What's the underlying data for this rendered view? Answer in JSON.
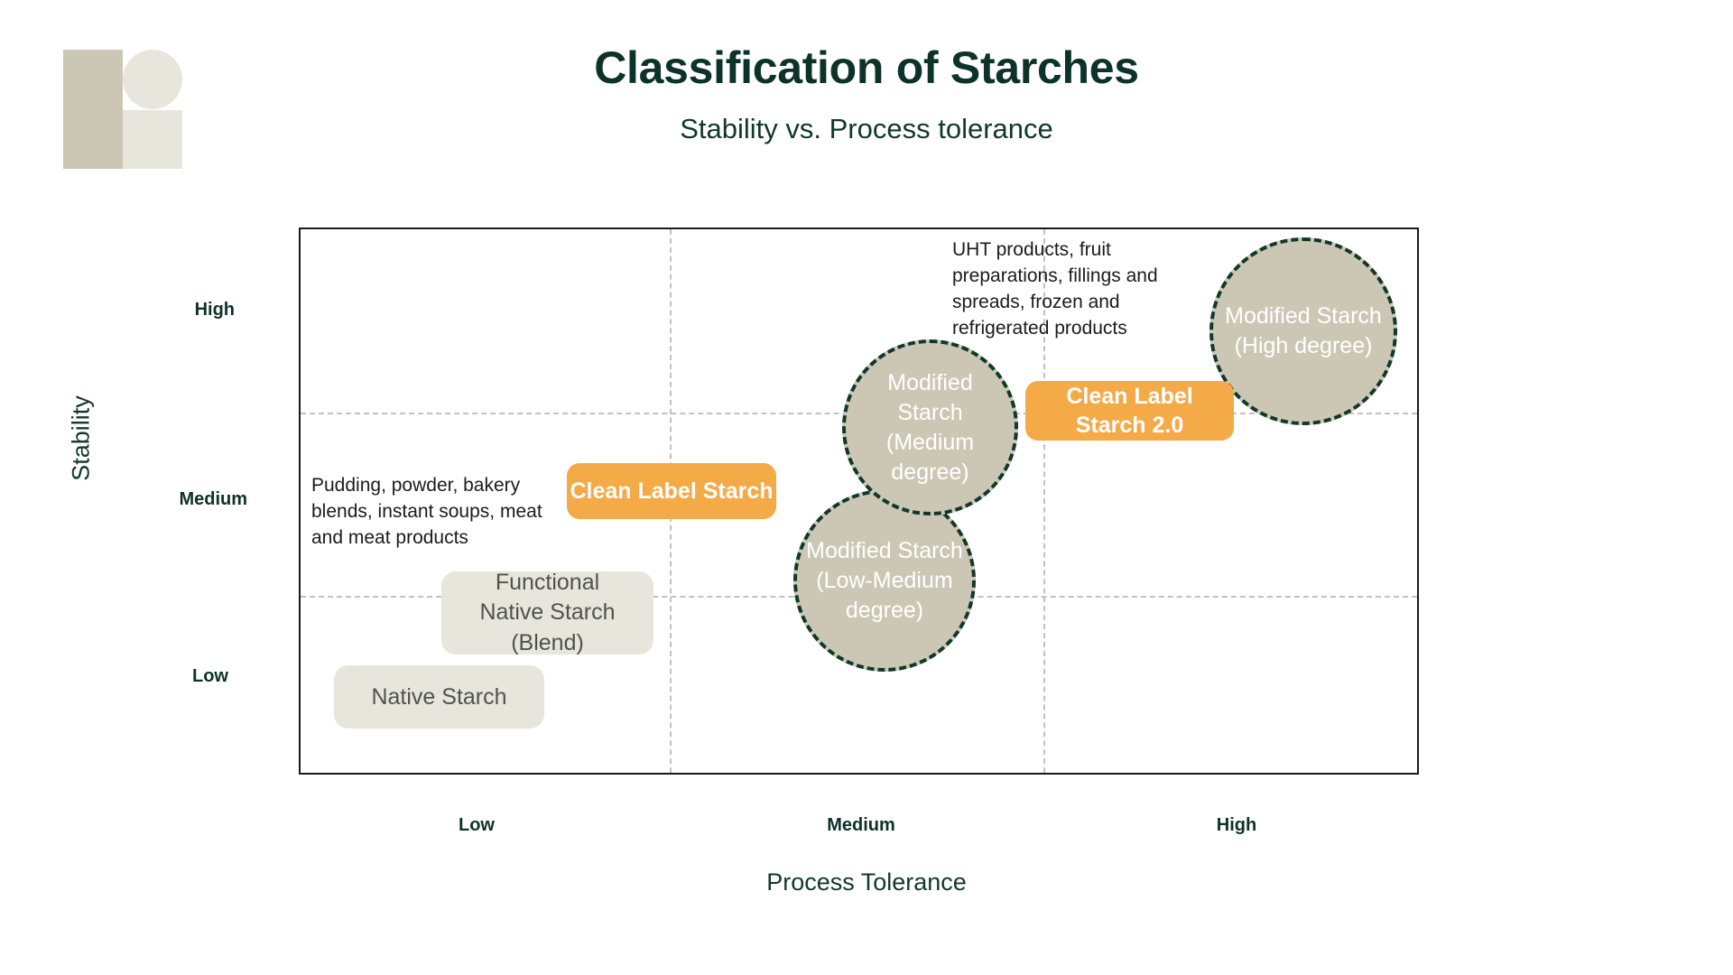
{
  "header": {
    "title": "Classification of Starches",
    "subtitle": "Stability vs. Process tolerance",
    "logo_name": "brand-logo"
  },
  "colors": {
    "brand_dark_green": "#0d3227",
    "accent_orange": "#f5aa48",
    "bubble_beige": "#ccc7b4",
    "pill_beige": "#e8e5dc",
    "gridline_gray": "#bfc3c2",
    "axis_black": "#1a1a1a"
  },
  "chart_data": {
    "type": "scatter",
    "title": "Classification of Starches",
    "subtitle": "Stability vs. Process tolerance",
    "xlabel": "Process Tolerance",
    "ylabel": "Stability",
    "x_ticks": [
      "Low",
      "Medium",
      "High"
    ],
    "y_ticks": [
      "High",
      "Medium",
      "Low"
    ],
    "grid": true,
    "bubbles": [
      {
        "label": "Modified Starch (High degree)",
        "lines": [
          "Modified Starch",
          "(High degree)"
        ],
        "x": "High",
        "y": "High",
        "fill": "#ccc7b4",
        "border": "dashed dark green",
        "text_color": "#ffffff"
      },
      {
        "label": "Modified Starch (Medium degree)",
        "lines": [
          "Modified",
          "Starch",
          "(Medium",
          "degree)"
        ],
        "x": "Medium",
        "y": "Medium-High",
        "fill": "#ccc7b4",
        "border": "dashed dark green",
        "text_color": "#ffffff"
      },
      {
        "label": "Modified Starch (Low-Medium degree)",
        "lines": [
          "Modified Starch",
          "(Low-Medium",
          "degree)"
        ],
        "x": "Medium",
        "y": "Low-Medium",
        "fill": "#ccc7b4",
        "border": "dashed dark green",
        "text_color": "#ffffff"
      }
    ],
    "pills": [
      {
        "label": "Clean Label Starch",
        "lines": [
          "Clean Label Starch"
        ],
        "x": "Low-Medium",
        "y": "Medium",
        "style": "orange"
      },
      {
        "label": "Clean Label Starch 2.0",
        "lines": [
          "Clean Label",
          "Starch 2.0"
        ],
        "x": "Medium-High",
        "y": "Medium-High",
        "style": "orange"
      },
      {
        "label": "Functional Native Starch (Blend)",
        "lines": [
          "Functional",
          "Native Starch",
          "(Blend)"
        ],
        "x": "Low",
        "y": "Low-Medium",
        "style": "beige"
      },
      {
        "label": "Native Starch",
        "lines": [
          "Native Starch"
        ],
        "x": "Low",
        "y": "Low",
        "style": "beige"
      }
    ],
    "annotations": [
      {
        "name": "left-annotation",
        "text": "Pudding, powder, bakery blends, instant soups, meat and meat products",
        "near": "Clean Label Starch"
      },
      {
        "name": "right-annotation",
        "text": "UHT products, fruit preparations, fillings and spreads, frozen and refrigerated products",
        "near": "Modified Starch (High degree)"
      }
    ]
  },
  "bubbles": {
    "high": "Modified Starch\n(High degree)",
    "medium": "Modified\nStarch\n(Medium\ndegree)",
    "lowmed": "Modified Starch\n(Low-Medium\ndegree)"
  },
  "pills": {
    "clean_label": "Clean Label Starch",
    "clean_label_2": "Clean Label\nStarch 2.0",
    "functional_native": "Functional\nNative Starch\n(Blend)",
    "native": "Native Starch"
  },
  "annotations": {
    "left": "Pudding, powder, bakery blends, instant soups, meat and meat products",
    "right": "UHT products, fruit preparations, fillings and spreads, frozen and refrigerated products"
  },
  "axes": {
    "y_title": "Stability",
    "x_title": "Process Tolerance",
    "y_high": "High",
    "y_medium": "Medium",
    "y_low": "Low",
    "x_low": "Low",
    "x_medium": "Medium",
    "x_high": "High"
  }
}
